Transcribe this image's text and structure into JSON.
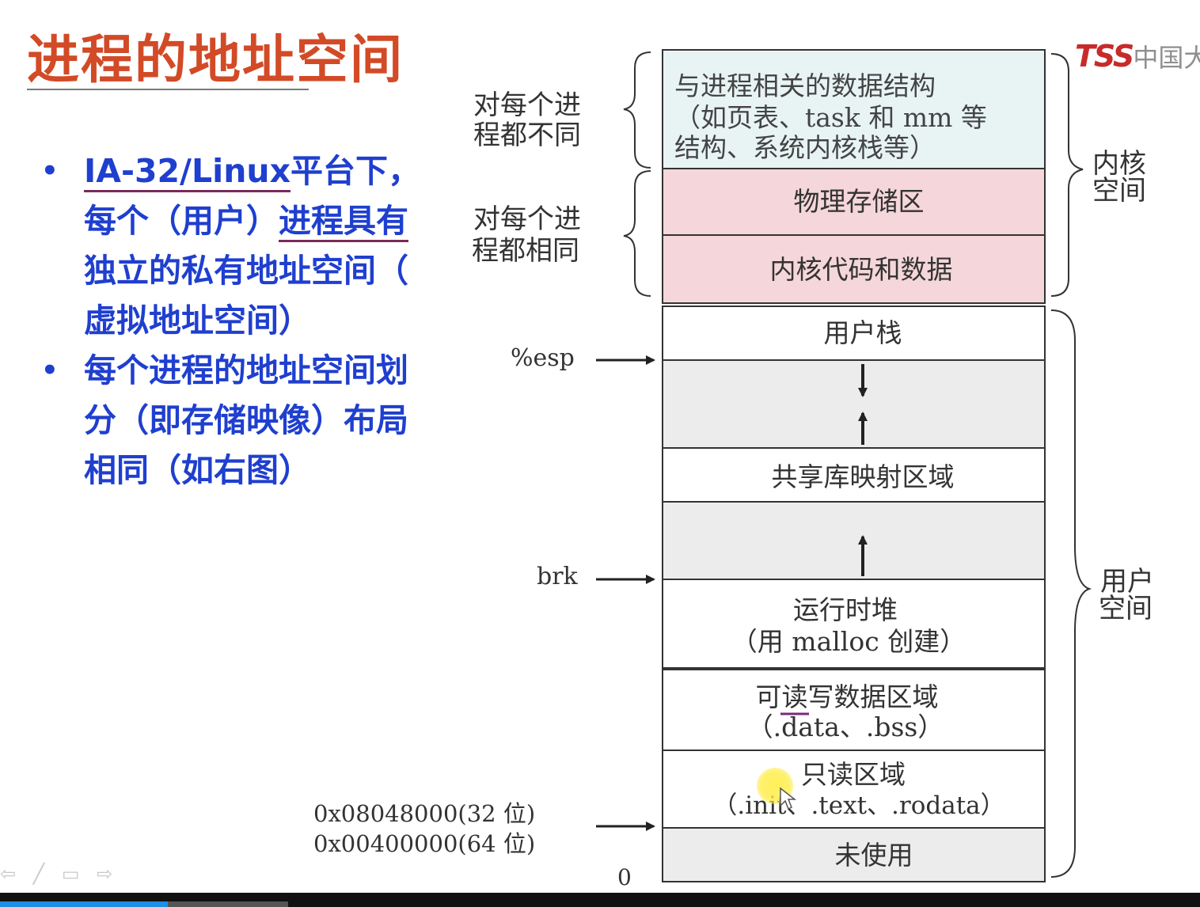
{
  "slide": {
    "title": "进程的地址空间",
    "bullets": [
      {
        "line_1_term": "IA-32/Linux",
        "line_1_rest": "平台下，",
        "line_2_prefix": "每个（用户）",
        "line_2_emphasis": "进程具有",
        "line_3": "独立的私有地址空间（",
        "line_4": "虚拟地址空间）"
      },
      {
        "lines": [
          "每个进程的地址空间划",
          "分（即存储映像）布局",
          "相同（如右图）"
        ]
      }
    ]
  },
  "logo": {
    "brand": "TSS",
    "org": "中国大"
  },
  "diagram": {
    "segments": {
      "kernel_data_structures": {
        "line_1": "与进程相关的数据结构",
        "line_2": "（如页表、task 和 mm 等",
        "line_3": "结构、系统内核栈等）"
      },
      "physical_memory": "物理存储区",
      "kernel_code_data": "内核代码和数据",
      "user_stack": "用户栈",
      "shared_libraries": "共享库映射区域",
      "runtime_heap": {
        "line_1": "运行时堆",
        "line_2": "（用 malloc 创建）"
      },
      "rw_data": {
        "line_1": "可读写数据区域",
        "line_2": "（.data、.bss）"
      },
      "ro_data": {
        "line_1": "只读区域",
        "line_2": "（.init、.text、.rodata）"
      },
      "unused": "未使用"
    },
    "left_brace_labels": {
      "per_process_different": {
        "line_1": "对每个进",
        "line_2": "程都不同"
      },
      "per_process_same": {
        "line_1": "对每个进",
        "line_2": "程都相同"
      }
    },
    "right_brace_labels": {
      "kernel_space": {
        "line_1": "内核",
        "line_2": "空间"
      },
      "user_space": {
        "line_1": "用户",
        "line_2": "空间"
      }
    },
    "pointers": {
      "esp": "%esp",
      "brk": "brk",
      "start_32": "0x08048000(32 位)",
      "start_64": "0x00400000(64 位)",
      "zero": "0"
    },
    "colors": {
      "kernel_ds_fill": "#e8f4f4",
      "kernel_fill": "#f5d6da",
      "gap_fill": "#ececec",
      "unused_fill": "#ececec",
      "border": "#333333"
    }
  },
  "player": {
    "played_fraction": 0.14,
    "buffered_fraction": 0.24,
    "toolbar_icons": [
      "previous-icon",
      "pen-icon",
      "menu-icon",
      "next-icon"
    ]
  }
}
